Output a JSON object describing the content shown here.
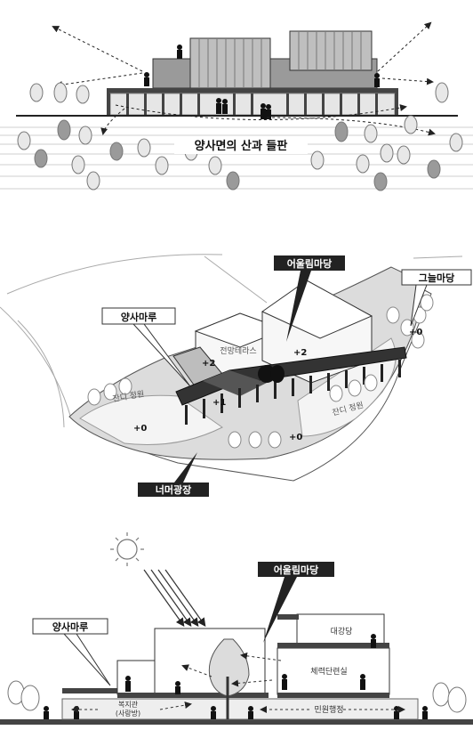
{
  "panel1": {
    "caption": "양사면의 산과 들판"
  },
  "panel2": {
    "label_eoullim": "어울림마당",
    "label_geuneul": "그늘마당",
    "label_yangsa": "양사마루",
    "label_jeonmang": "전망테라스",
    "label_neomeo": "너머광장",
    "label_jandi_left": "잔디 정원",
    "label_jandi_right": "잔디 정원",
    "level_p2_left": "+2",
    "level_p2_right": "+2",
    "level_p1": "+1",
    "level_0_left": "+0",
    "level_0_mid": "+0",
    "level_0_right": "+0"
  },
  "panel3": {
    "label_eoullim": "어울림마당",
    "label_yangsa": "양사마루",
    "room_lecture": "대강당",
    "room_experience": "체력단련실",
    "room_civil": "민원행정",
    "room_welfare_1": "복지관",
    "room_welfare_2": "(사랑방)"
  }
}
